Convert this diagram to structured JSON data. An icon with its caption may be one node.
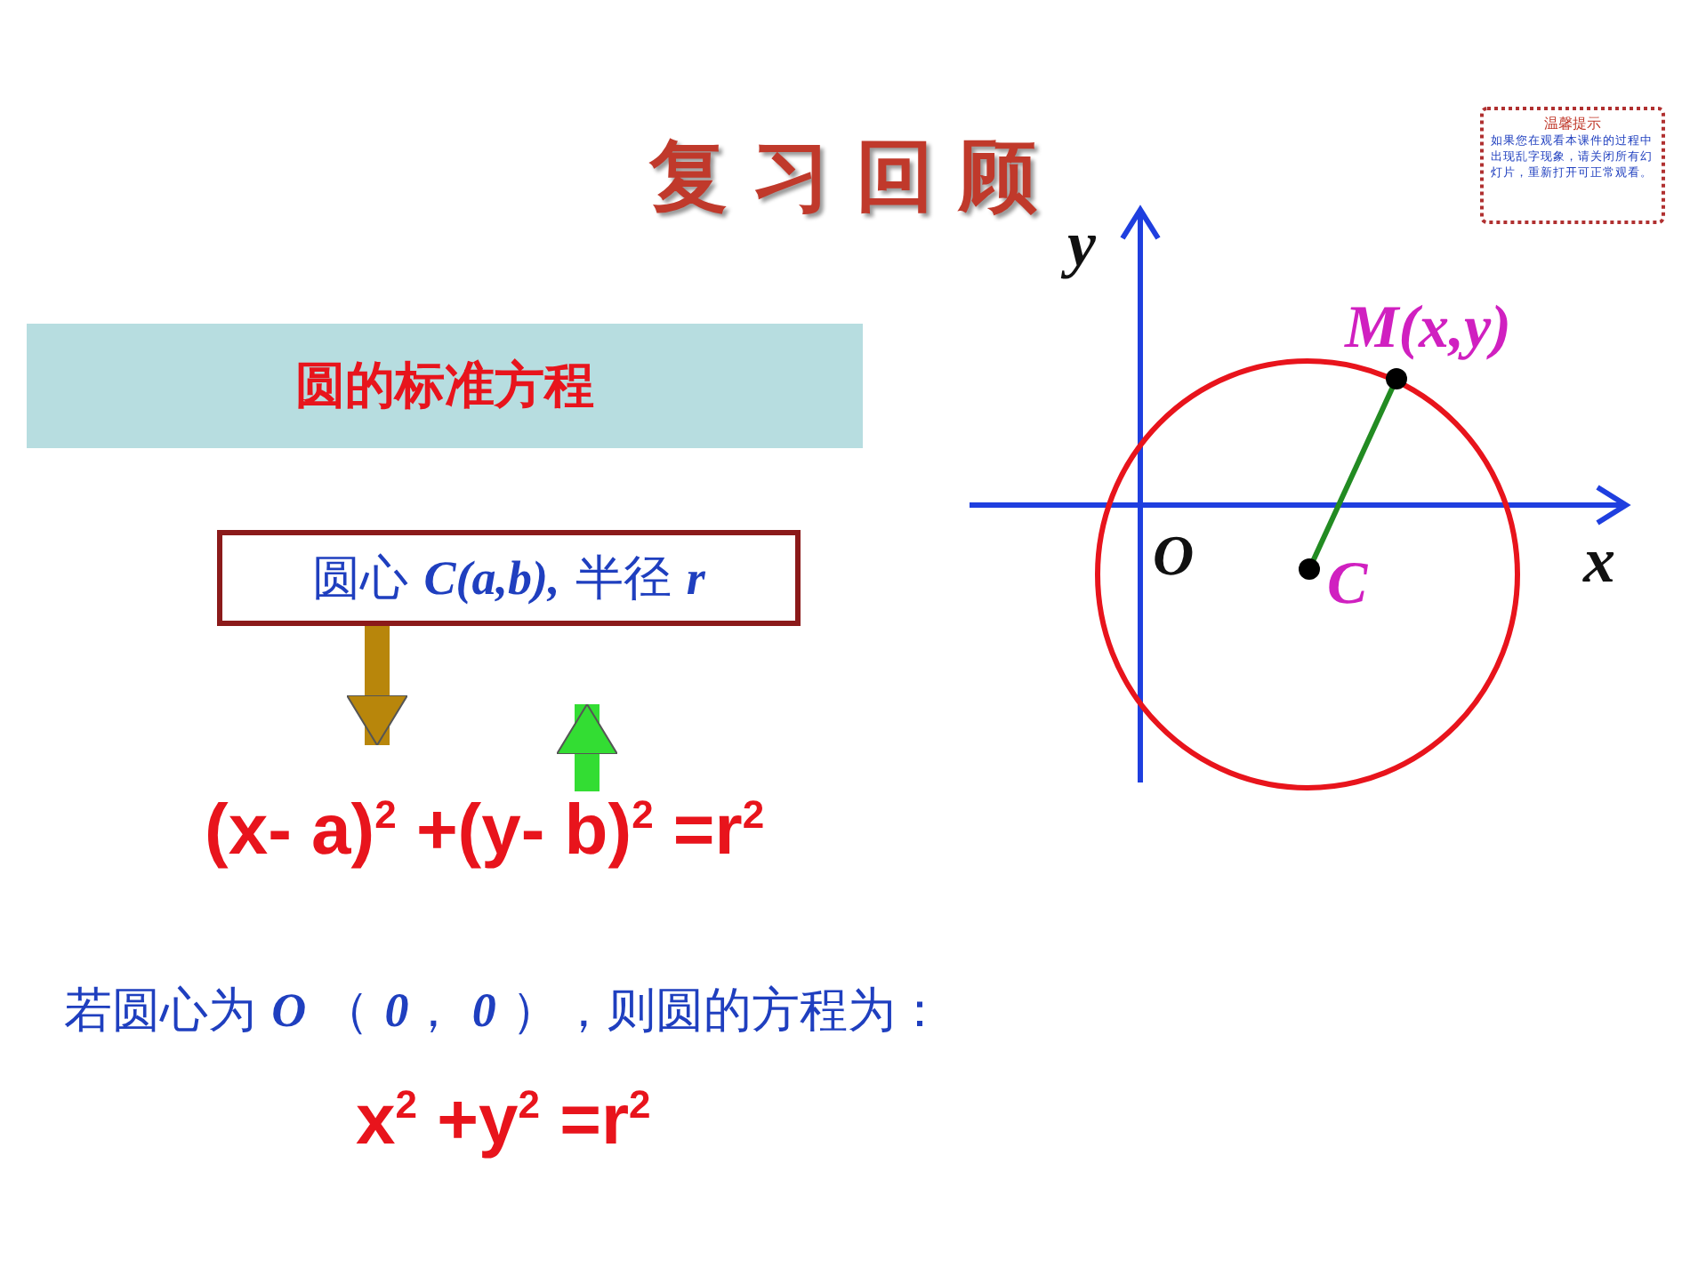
{
  "diagram": {
    "title": "复习回顾",
    "nodes": [
      {
        "text": [
          "圆的标准方程"
        ]
      },
      {
        "text": [
          "圆心 **C(a,b),** 半径 **r**"
        ]
      },
      {
        "text": [
          "(x- a)$^{2}$ +(y- b)$^{2}$ =r$^{2}$"
        ]
      },
      {
        "text": [
          "温馨提示",
          "如果您在观看本课件的过程中出现乱字现象，请关闭所有幻灯片，重新打开可正常观看。"
        ]
      },
      {
        "text": [
          "M(x,y)"
        ]
      },
      {
        "text": [
          "C"
        ]
      }
    ],
    "edges": [
      {
        "from": 1,
        "to": 2,
        "arrow": "to",
        "color": "#b8860b"
      },
      {
        "from": 2,
        "to": 1,
        "arrow": "to",
        "color": "#33dd33"
      },
      {
        "from": 5,
        "to": 4,
        "arrow": "none",
        "color": "#228b22"
      }
    ],
    "labels": [
      "y",
      "x",
      "O",
      "若圆心为 **O** （ **0**， **0** ），则圆的方程为：",
      "x$^{2}$ +y$^{2}$ =r$^{2}$"
    ]
  }
}
